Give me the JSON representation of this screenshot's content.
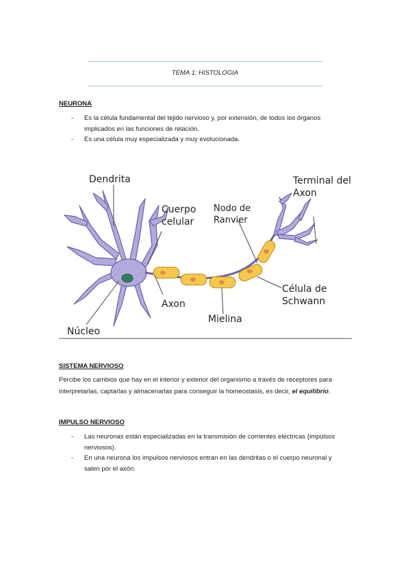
{
  "header": {
    "title": "TEMA 1: HISTOLOGIA"
  },
  "neurona": {
    "heading": "NEURONA",
    "bullets": [
      {
        "marker": "-",
        "line1": "Es la célula fundamental del tejido nervioso y, por extensión, de todos los órganos",
        "line2": "implicados en las funciones de relación."
      },
      {
        "marker": "-",
        "line1": "Es una célula muy especializada y muy evolucionada."
      }
    ]
  },
  "figure": {
    "labels": {
      "dendrita": "Dendrita",
      "cuerpo1": "Cuerpo",
      "cuerpo2": "celular",
      "nodo1": "Nodo de",
      "nodo2": "Ranvier",
      "terminal1": "Terminal del",
      "terminal2": "Axon",
      "axon": "Axon",
      "celula1": "Célula de",
      "celula2": "Schwann",
      "mielina": "Mielina",
      "nucleo": "Núcleo"
    },
    "colors": {
      "neuron": "#b3a9dc",
      "outline": "#6d5fa8",
      "myelin": "#f6c74a",
      "nucleus": "#2e7d5e"
    }
  },
  "sistema": {
    "heading": "SISTEMA NERVIOSO",
    "line1": "Percibe los cambios que hay en el interior y exterior del organismo a través de receptores para",
    "line2_prefix": "interpretarlas, captarlas y almacenarlas para conseguir la homeostasis, es decir, ",
    "line2_emph": "el equilibrio",
    "line2_suffix": "."
  },
  "impulso": {
    "heading": "IMPULSO NERVIOSO",
    "bullets": [
      {
        "marker": "-",
        "line1": "Las neuronas están especializadas en la transmisión de corrientes eléctricas (impulsos",
        "line2": "nerviosos)."
      },
      {
        "marker": "-",
        "line1": "En una neurona los impulsos nerviosos entran en las dendritas o el cuerpo neuronal y",
        "line2": "salen por el axón."
      }
    ]
  }
}
